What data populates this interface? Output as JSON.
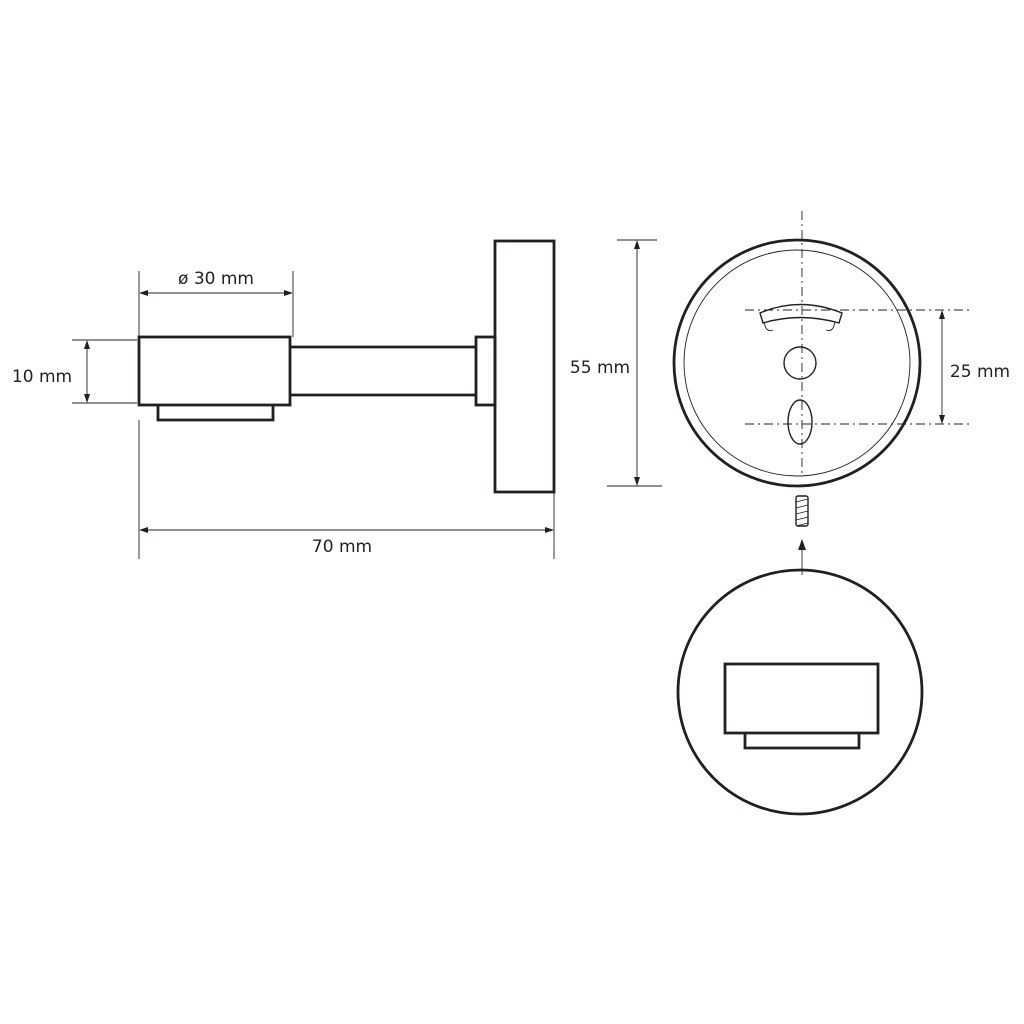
{
  "dimensions": {
    "diameter": "ø 30 mm",
    "height_small": "10 mm",
    "total_length": "70 mm",
    "plate_height": "55 mm",
    "hole_spacing": "25 mm"
  },
  "colors": {
    "line": "#231f20",
    "background": "#ffffff"
  }
}
